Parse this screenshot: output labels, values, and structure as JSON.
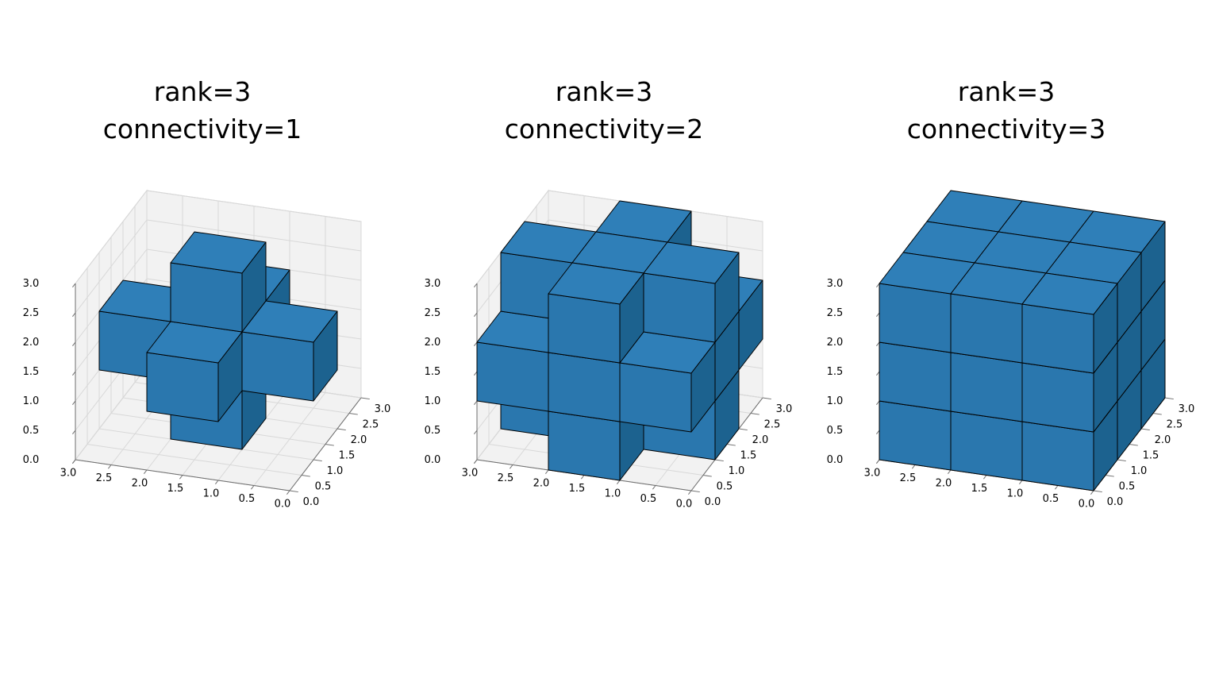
{
  "figure": {
    "background": "#ffffff"
  },
  "style": {
    "pane_color": "#f0f0f0",
    "pane_edge_color": "#cccccc",
    "grid_color": "#d8d8d8",
    "axis_line_color": "#6e6e6e",
    "tick_label_color": "#000000",
    "title_color": "#000000",
    "voxel_colors": {
      "top": "#2f7fb8",
      "left": "#2a77ae",
      "right": "#1c628f",
      "edge": "#000000"
    }
  },
  "chart_data": [
    {
      "type": "voxel3d",
      "title_line1": "rank=3",
      "title_line2": "connectivity=1",
      "grid_shape": [
        3,
        3,
        3
      ],
      "axis_range": [
        0,
        3
      ],
      "tick_values": [
        0,
        0.5,
        1,
        1.5,
        2,
        2.5,
        3
      ],
      "tick_labels": [
        "0.0",
        "0.5",
        "1.0",
        "1.5",
        "2.0",
        "2.5",
        "3.0"
      ],
      "voxels": [
        [
          1,
          1,
          1
        ],
        [
          0,
          1,
          1
        ],
        [
          2,
          1,
          1
        ],
        [
          1,
          0,
          1
        ],
        [
          1,
          2,
          1
        ],
        [
          1,
          1,
          0
        ],
        [
          1,
          1,
          2
        ]
      ]
    },
    {
      "type": "voxel3d",
      "title_line1": "rank=3",
      "title_line2": "connectivity=2",
      "grid_shape": [
        3,
        3,
        3
      ],
      "axis_range": [
        0,
        3
      ],
      "tick_values": [
        0,
        0.5,
        1,
        1.5,
        2,
        2.5,
        3
      ],
      "tick_labels": [
        "0.0",
        "0.5",
        "1.0",
        "1.5",
        "2.0",
        "2.5",
        "3.0"
      ],
      "voxels": [
        [
          0,
          1,
          0
        ],
        [
          1,
          0,
          0
        ],
        [
          1,
          1,
          0
        ],
        [
          1,
          2,
          0
        ],
        [
          2,
          1,
          0
        ],
        [
          0,
          0,
          1
        ],
        [
          0,
          1,
          1
        ],
        [
          0,
          2,
          1
        ],
        [
          1,
          0,
          1
        ],
        [
          1,
          1,
          1
        ],
        [
          1,
          2,
          1
        ],
        [
          2,
          0,
          1
        ],
        [
          2,
          1,
          1
        ],
        [
          2,
          2,
          1
        ],
        [
          0,
          1,
          2
        ],
        [
          1,
          0,
          2
        ],
        [
          1,
          1,
          2
        ],
        [
          1,
          2,
          2
        ],
        [
          2,
          1,
          2
        ]
      ]
    },
    {
      "type": "voxel3d",
      "title_line1": "rank=3",
      "title_line2": "connectivity=3",
      "grid_shape": [
        3,
        3,
        3
      ],
      "axis_range": [
        0,
        3
      ],
      "tick_values": [
        0,
        0.5,
        1,
        1.5,
        2,
        2.5,
        3
      ],
      "tick_labels": [
        "0.0",
        "0.5",
        "1.0",
        "1.5",
        "2.0",
        "2.5",
        "3.0"
      ],
      "voxels": [
        [
          0,
          0,
          0
        ],
        [
          1,
          0,
          0
        ],
        [
          2,
          0,
          0
        ],
        [
          0,
          1,
          0
        ],
        [
          1,
          1,
          0
        ],
        [
          2,
          1,
          0
        ],
        [
          0,
          2,
          0
        ],
        [
          1,
          2,
          0
        ],
        [
          2,
          2,
          0
        ],
        [
          0,
          0,
          1
        ],
        [
          1,
          0,
          1
        ],
        [
          2,
          0,
          1
        ],
        [
          0,
          1,
          1
        ],
        [
          1,
          1,
          1
        ],
        [
          2,
          1,
          1
        ],
        [
          0,
          2,
          1
        ],
        [
          1,
          2,
          1
        ],
        [
          2,
          2,
          1
        ],
        [
          0,
          0,
          2
        ],
        [
          1,
          0,
          2
        ],
        [
          2,
          0,
          2
        ],
        [
          0,
          1,
          2
        ],
        [
          1,
          1,
          2
        ],
        [
          2,
          1,
          2
        ],
        [
          0,
          2,
          2
        ],
        [
          1,
          2,
          2
        ],
        [
          2,
          2,
          2
        ]
      ]
    }
  ]
}
